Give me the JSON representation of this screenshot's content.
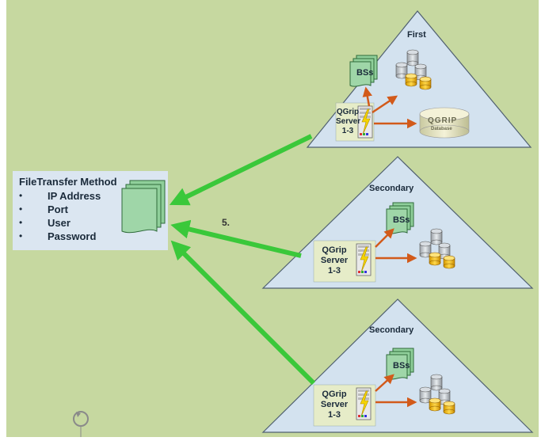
{
  "colors": {
    "background": "#c6d8a0",
    "triangle_fill": "#d3e2ef",
    "triangle_stroke": "#506070",
    "green_arrow": "#3ac83a",
    "orange_arrow": "#d25a1a",
    "infobox_fill": "#dbe6f1"
  },
  "file_transfer": {
    "title": "FileTransfer Method",
    "bullet": "•",
    "items": [
      "IP Address",
      "Port",
      "User",
      "Password"
    ],
    "step_label": "5."
  },
  "clusters": [
    {
      "title": "First",
      "server_label": [
        "QGrip",
        "Server",
        "1-3"
      ],
      "bs_label": "BSs",
      "database_label": "QGRIP",
      "database_sublabel": "Database"
    },
    {
      "title": "Secondary",
      "server_label": [
        "QGrip",
        "Server",
        "1-3"
      ],
      "bs_label": "BSs"
    },
    {
      "title": "Secondary",
      "server_label": [
        "QGrip",
        "Server",
        "1-3"
      ],
      "bs_label": "BSs"
    }
  ],
  "icons": [
    "document-stack-icon",
    "server-icon",
    "database-icon",
    "database-stack-icon",
    "refresh-icon"
  ]
}
